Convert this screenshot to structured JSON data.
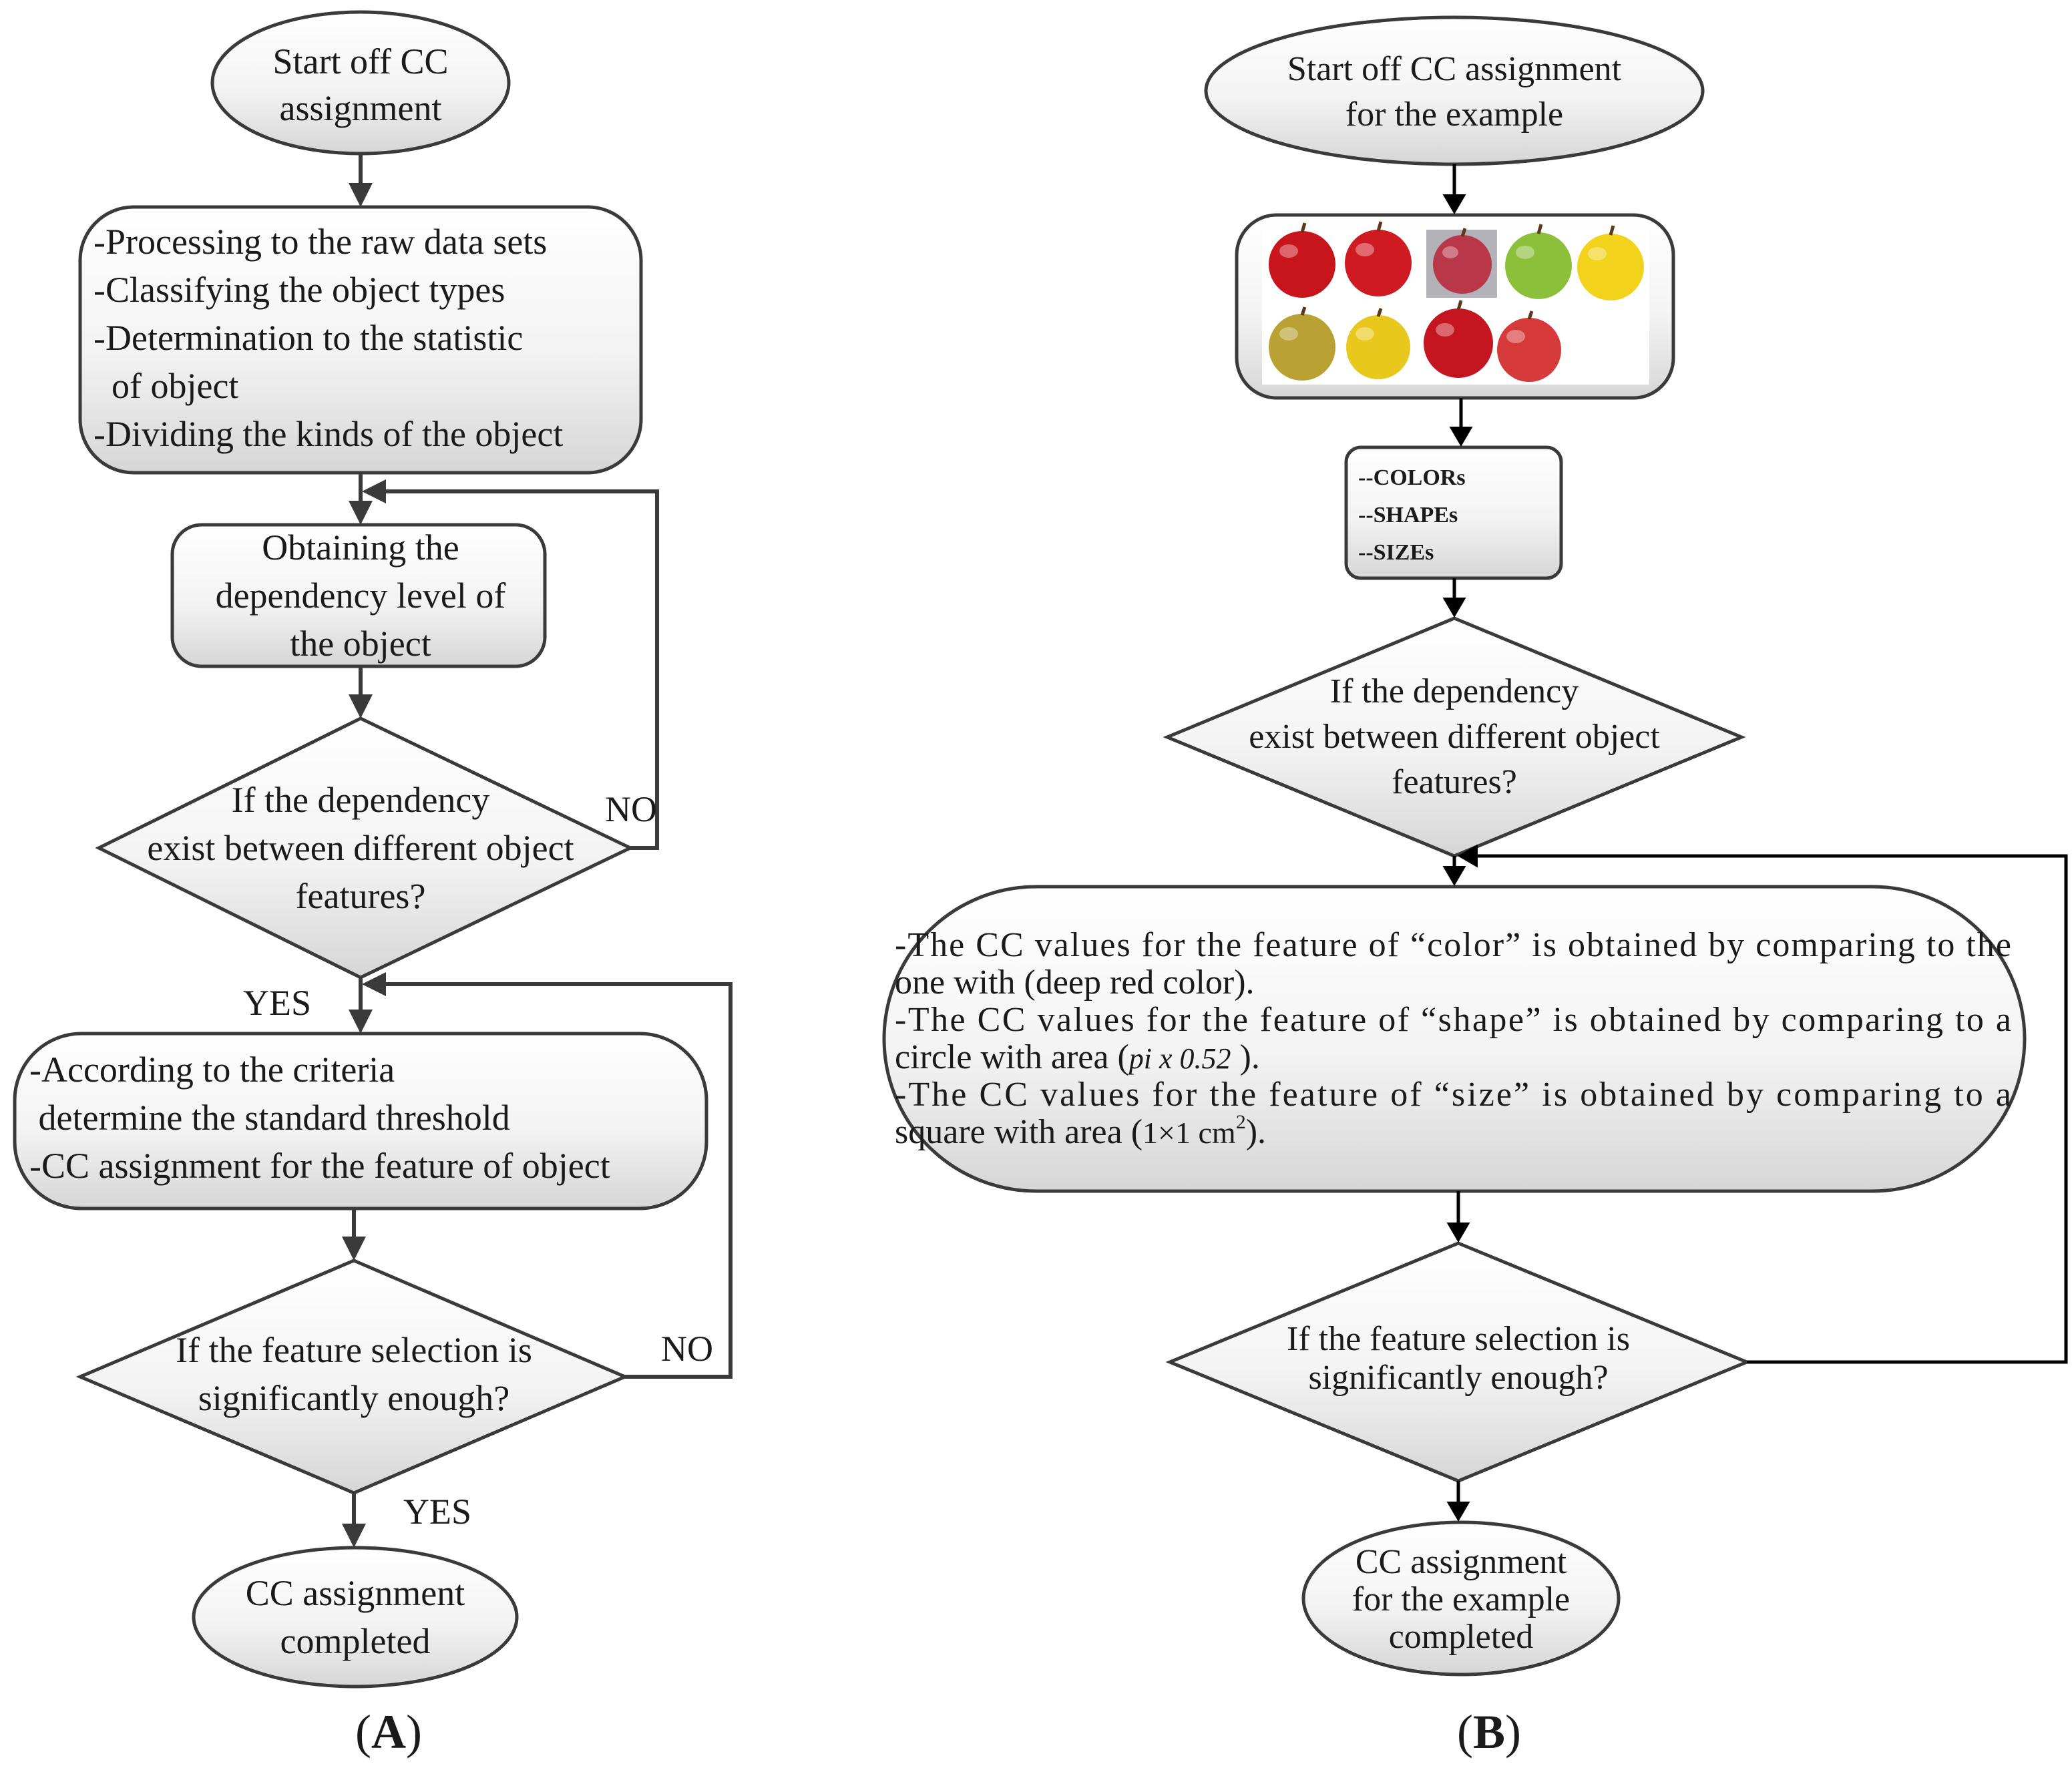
{
  "panel_a": {
    "start": [
      "Start off CC",
      "assignment"
    ],
    "process1": [
      "-Processing to the raw data sets",
      "-Classifying the object types",
      "-Determination to the statistic",
      "  of object",
      "-Dividing the kinds of the object"
    ],
    "process2": [
      "Obtaining the",
      "dependency level of",
      "the object"
    ],
    "decision1": [
      "If the dependency",
      "exist between different object",
      "features?"
    ],
    "decision1_no": "NO",
    "decision1_yes": "YES",
    "process3": [
      "-According to the criteria",
      " determine the standard threshold",
      "-CC assignment for the feature of object"
    ],
    "decision2": [
      "If the feature selection is",
      "significantly enough?"
    ],
    "decision2_no": "NO",
    "decision2_yes": "YES",
    "end": [
      "CC assignment",
      "completed"
    ],
    "caption_letter": "A"
  },
  "panel_b": {
    "start": [
      "Start off CC assignment",
      "for the example"
    ],
    "apples_colors": [
      "#c8141b",
      "#d01a22",
      "#b8384a",
      "#8cbf3a",
      "#f2d21a",
      "#b9a233",
      "#e8c81c",
      "#c51520",
      "#d63a3a"
    ],
    "features": [
      "--COLORs",
      "--SHAPEs",
      "--SIZEs"
    ],
    "decision1": [
      "If the dependency",
      "exist between different object",
      "features?"
    ],
    "process": {
      "line1": "-The CC values for the feature of “color” is obtained by comparing to the",
      "line2": "one with (deep red color).",
      "line3": "-The CC values for the feature of “shape” is obtained by comparing to a",
      "line4_pre": "circle with area (",
      "line4_math": "pi x 0.52",
      "line4_post": " ).",
      "line5": "-The CC values for the feature of “size” is obtained by comparing to a",
      "line6_pre": "square with area (",
      "line6_math": "1×1 cm",
      "line6_sup": "2",
      "line6_post": ")."
    },
    "decision2": [
      "If the feature selection is",
      "significantly enough?"
    ],
    "end": [
      "CC assignment",
      "for the example",
      "completed"
    ],
    "caption_letter": "B"
  },
  "colors": {
    "stroke": "#3a3a3a",
    "fill_top": "#ffffff",
    "fill_bottom": "#dcdcdc"
  }
}
